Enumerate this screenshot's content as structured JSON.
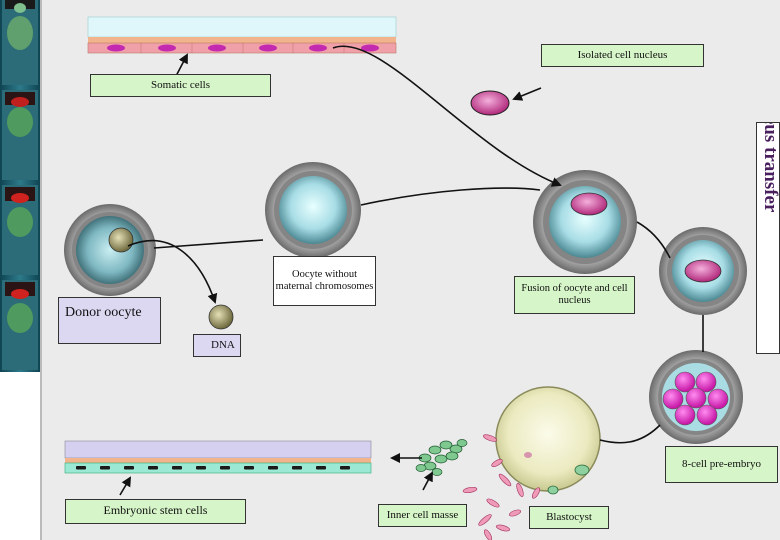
{
  "labels": {
    "isolated_nucleus": "Isolated cell nucleus",
    "somatic_cells": "Somatic cells",
    "nucleus_transfer": "nucleus transfer",
    "oocyte_without": "Oocyte without maternal chromosomes",
    "fusion": "Fusion of oocyte and cell nucleus",
    "donor_oocyte": "Donor oocyte",
    "dna": "DNA",
    "eight_cell": "8-cell pre-embryo",
    "embryonic_stem": "Embryonic stem cells",
    "inner_cell_mass": "Inner cell masse",
    "blastocyst": "Blastocyst"
  },
  "colors": {
    "background": "#ebebeb",
    "sidebar": "#1a5a6a",
    "label_green": "#d6f5c8",
    "label_lavender": "#dcd8f2",
    "nucleus_magenta": "#c0307e",
    "cell_pink": "#e040c0",
    "title_purple": "#4a1f5e"
  }
}
